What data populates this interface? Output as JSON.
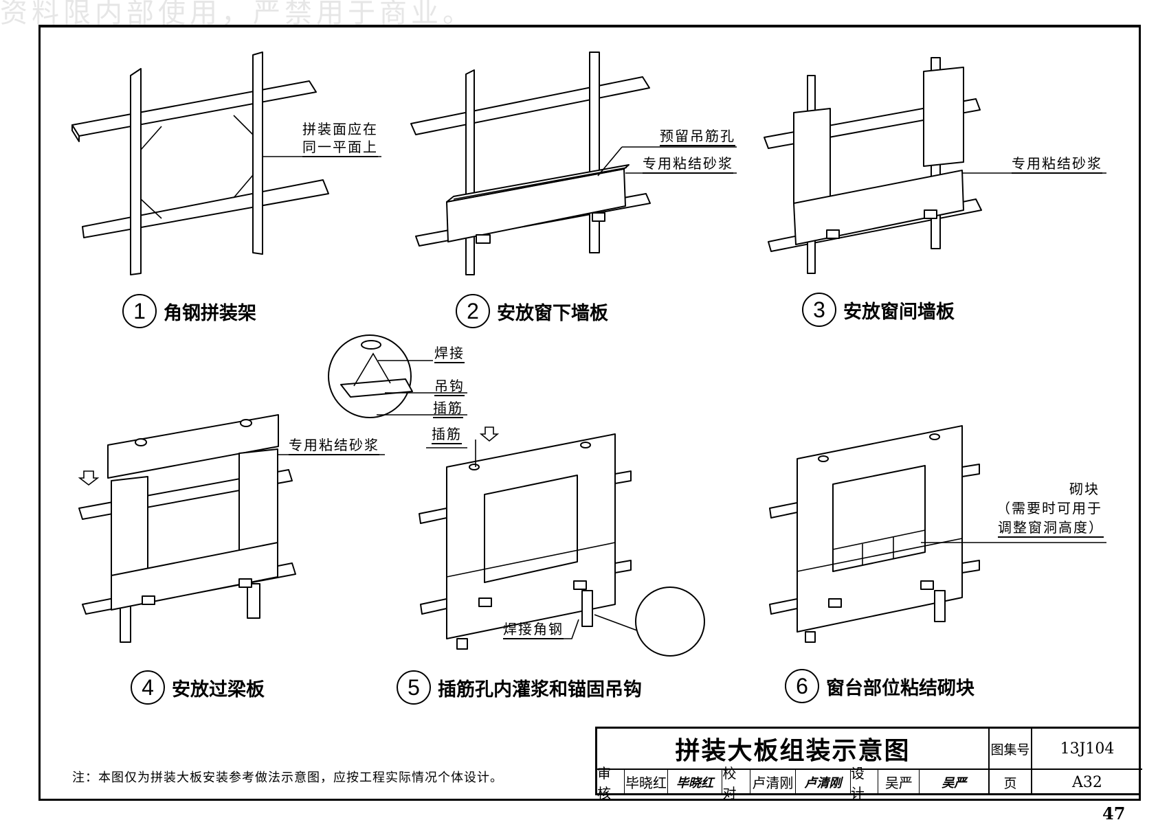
{
  "watermark": "资料限内部使用，严禁用于商业。",
  "scenes": [
    {
      "num": "1",
      "caption": "角钢拼装架",
      "labels": [
        "拼装面应在",
        "同一平面上"
      ]
    },
    {
      "num": "2",
      "caption": "安放窗下墙板",
      "labels": [
        "预留吊筋孔",
        "专用粘结砂浆"
      ]
    },
    {
      "num": "3",
      "caption": "安放窗间墙板",
      "labels": [
        "专用粘结砂浆"
      ]
    },
    {
      "num": "4",
      "caption": "安放过梁板",
      "labels": [
        "专用粘结砂浆"
      ]
    },
    {
      "num": "5",
      "caption": "插筋孔内灌浆和锚固吊钩",
      "labels": [
        "焊接",
        "吊钩",
        "插筋",
        "插筋",
        "焊接角钢"
      ]
    },
    {
      "num": "6",
      "caption": "窗台部位粘结砌块",
      "labels": [
        "砌块",
        "（需要时可用于",
        "调整窗洞高度）"
      ]
    }
  ],
  "note": "注：本图仅为拼装大板安装参考做法示意图，应按工程实际情况个体设计。",
  "title_block": {
    "title": "拼装大板组装示意图",
    "atlas_label": "图集号",
    "atlas_no": "13J104",
    "page_label": "页",
    "page_code": "A32",
    "row": {
      "review_label": "审核",
      "review_name": "毕晓红",
      "review_sig": "毕晓红",
      "check_label": "校对",
      "check_name": "卢清刚",
      "check_sig": "卢清刚",
      "design_label": "设计",
      "design_name": "吴严",
      "design_sig": "吴严"
    }
  },
  "page_number": "47"
}
